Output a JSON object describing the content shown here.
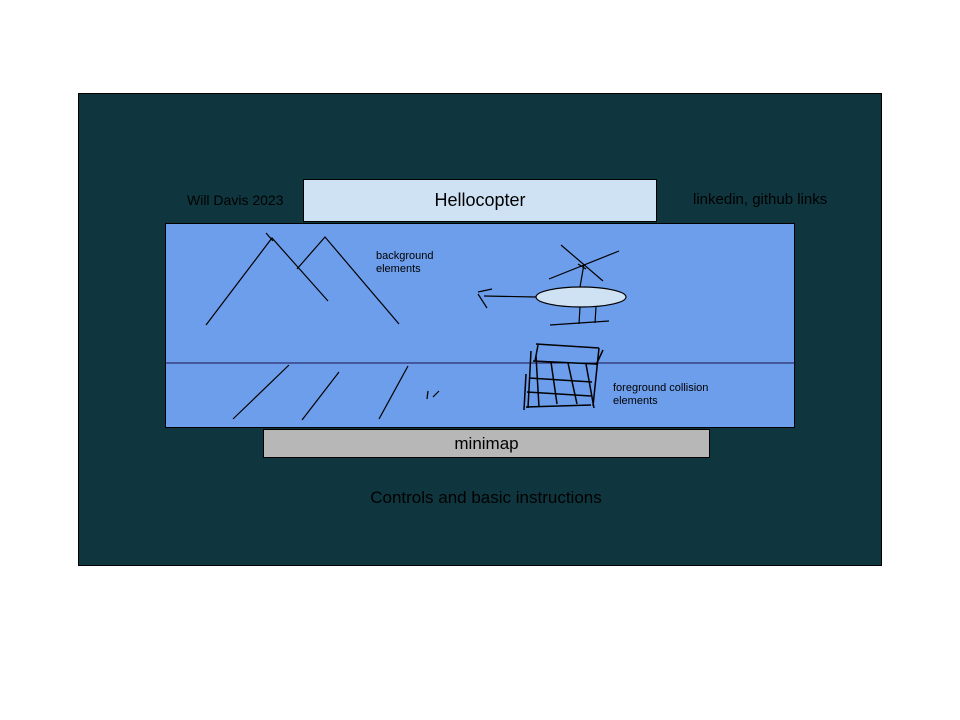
{
  "header": {
    "author": "Will Davis 2023",
    "title": "Hellocopter",
    "links": "linkedin, github links"
  },
  "game": {
    "background_label_line1": "background",
    "background_label_line2": "elements",
    "foreground_label_line1": "foreground collision",
    "foreground_label_line2": "elements"
  },
  "minimap": {
    "label": "minimap"
  },
  "footer": {
    "controls": "Controls and basic instructions"
  },
  "colors": {
    "frame": "#0f363e",
    "title_box": "#cfe2f3",
    "game_area": "#6d9eeb",
    "minimap": "#b7b7b7",
    "helicopter_body": "#cfe2f3"
  }
}
